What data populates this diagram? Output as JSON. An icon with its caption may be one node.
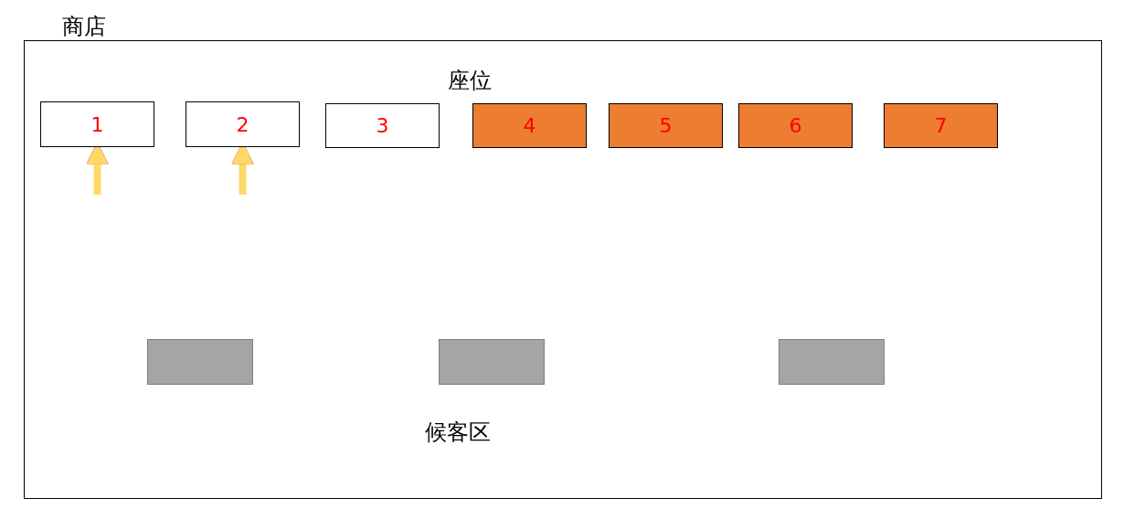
{
  "diagram": {
    "nodes": [
      {
        "text": [
          "商店"
        ]
      },
      {
        "text": [
          "1"
        ],
        "in": 0
      },
      {
        "text": [
          "2"
        ],
        "in": 0
      },
      {
        "text": [
          "3"
        ],
        "in": 0
      },
      {
        "text": [
          "4"
        ],
        "in": 0
      },
      {
        "text": [
          "5"
        ],
        "in": 0
      },
      {
        "text": [
          "6"
        ],
        "in": 0
      },
      {
        "text": [
          "7"
        ],
        "in": 0
      },
      {
        "text": [],
        "shape": "box",
        "in": 0
      },
      {
        "text": [],
        "shape": "box",
        "in": 0
      },
      {
        "text": [],
        "shape": "box",
        "in": 0
      }
    ],
    "edges": [
      {
        "from": null,
        "to": 1,
        "arrow": "to"
      },
      {
        "from": null,
        "to": 2,
        "arrow": "to"
      }
    ],
    "labels": [
      "座位",
      "候客区"
    ]
  }
}
